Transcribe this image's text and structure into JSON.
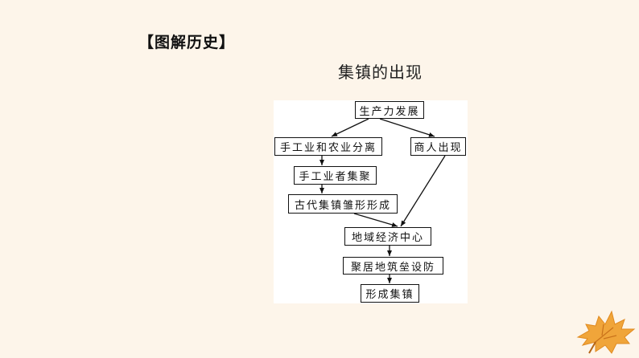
{
  "header": {
    "title": "【图解历史】",
    "subtitle": "集镇的出现"
  },
  "diagram": {
    "nodes": {
      "productivity": "生产力发展",
      "division": "手工业和农业分离",
      "merchants": "商人出现",
      "gathering": "手工业者集聚",
      "embryo": "古代集镇雏形形成",
      "center": "地域经济中心",
      "fortify": "聚居地筑垒设防",
      "towns": "形成集镇"
    }
  },
  "decoration": {
    "leaf_icon": "maple-leaf-icon",
    "leaf_color": "#f0a53a"
  }
}
